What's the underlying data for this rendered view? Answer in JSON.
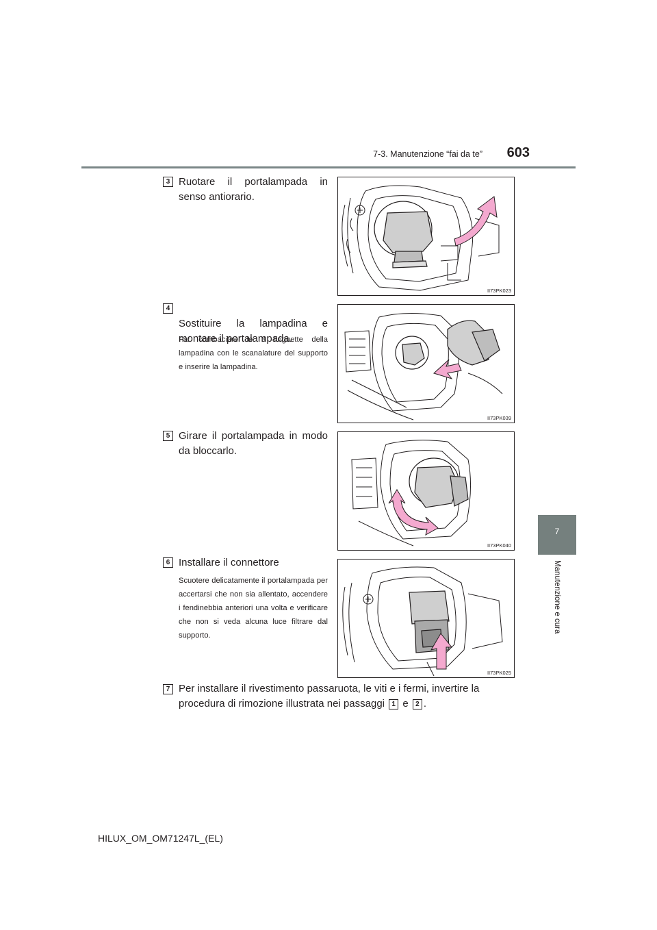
{
  "header": {
    "section_title": "7-3. Manutenzione “fai da te”",
    "page_number": "603"
  },
  "side_tab": {
    "chapter_number": "7",
    "chapter_title": "Manutenzione e cura"
  },
  "steps": [
    {
      "badge": "3",
      "title": "Ruotare il portalampada in senso antiorario.",
      "detail": "",
      "figure_code": "II73PK023"
    },
    {
      "badge": "4",
      "title": "Sostituire la lampadina e montare il portalampada.",
      "detail": "Far combaciare le 3 linguette della lampadina con le scanalature del supporto e inserire la lampadina.",
      "figure_code": "II73PK039"
    },
    {
      "badge": "5",
      "title": "Girare il portalampada in modo da bloccarlo.",
      "detail": "",
      "figure_code": "II73PK040"
    },
    {
      "badge": "6",
      "title": "Installare il connettore",
      "detail": "Scuotere delicatamente il portalampada per accertarsi che non sia allentato, accendere i fendinebbia anteriori una volta e verificare che non si veda alcuna luce filtrare dal supporto.",
      "figure_code": "II73PK025"
    }
  ],
  "final_step": {
    "badge": "7",
    "text_before": "Per installare il rivestimento passaruota, le viti e i fermi, invertire la procedura di rimozione illustrata nei passaggi",
    "ref1": "1",
    "conjunction": "e",
    "ref2": "2",
    "text_after": "."
  },
  "footer": {
    "doc_code": "HILUX_OM_OM71247L_(EL)"
  },
  "colors": {
    "accent_pink": "#f4a9cf",
    "tab_gray": "#75807e",
    "rule_gray": "#7a8687"
  }
}
